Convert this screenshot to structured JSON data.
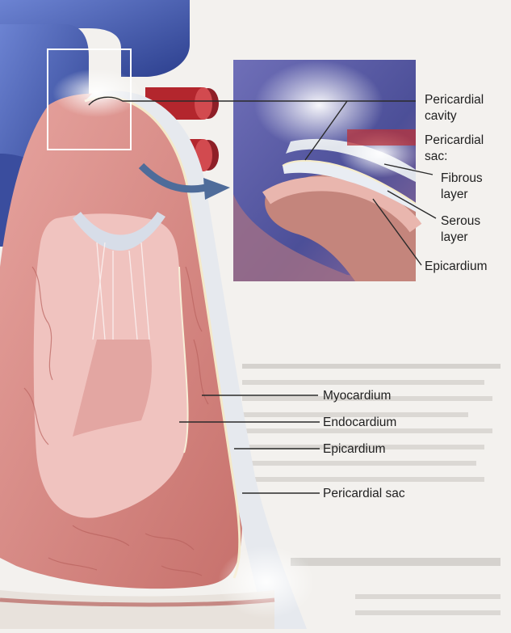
{
  "diagram": {
    "labels": {
      "pericardial_cavity_1": "Pericardial",
      "pericardial_cavity_2": "cavity",
      "pericardial_sac_1": "Pericardial",
      "pericardial_sac_2": "sac:",
      "fibrous_1": "Fibrous",
      "fibrous_2": "layer",
      "serous_1": "Serous",
      "serous_2": "layer",
      "epicardium_inset": "Epicardium",
      "myocardium": "Myocardium",
      "endocardium": "Endocardium",
      "epicardium": "Epicardium",
      "pericardial_sac_main": "Pericardial sac"
    },
    "colors": {
      "vessel_blue": "#4a5fb0",
      "vessel_red": "#b3262d",
      "muscle": "#d98a86",
      "muscle_dark": "#a85550",
      "sac": "#dfe3ea",
      "inset_bg": "#5b5fa6"
    }
  }
}
